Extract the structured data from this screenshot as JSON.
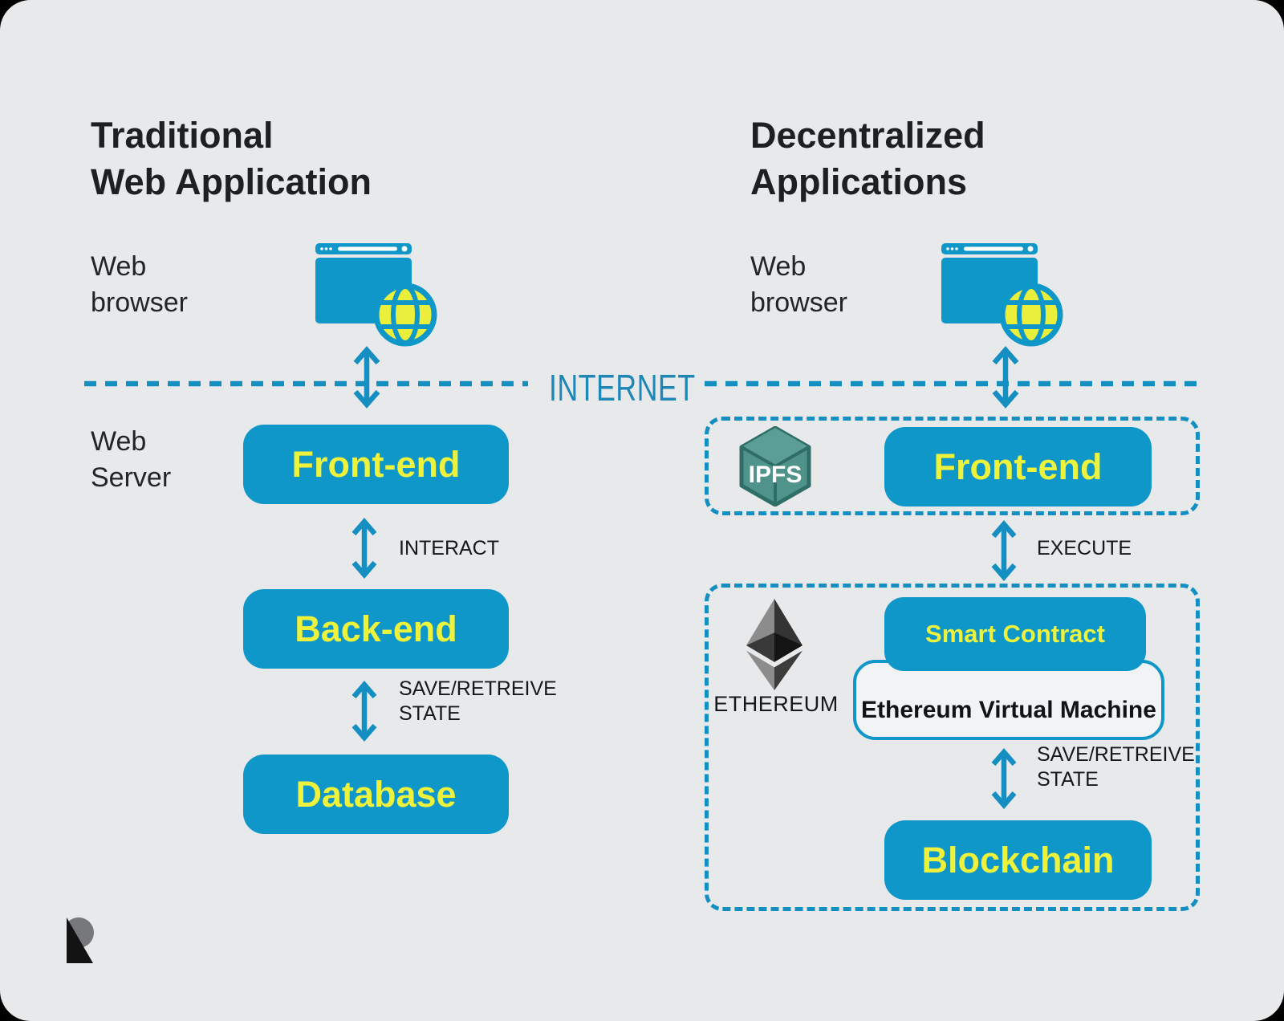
{
  "titles": {
    "left": "Traditional\nWeb Application",
    "right": "Decentralized\nApplications"
  },
  "labels": {
    "web_browser_left": "Web\nbrowser",
    "web_browser_right": "Web\nbrowser",
    "web_server": "Web\nServer",
    "internet": "INTERNET",
    "interact": "INTERACT",
    "save_retrieve_left": "SAVE/RETREIVE\nSTATE",
    "execute": "EXECUTE",
    "save_retrieve_right": "SAVE/RETREIVE\nSTATE",
    "ethereum": "ETHEREUM",
    "ipfs": "IPFS"
  },
  "boxes": {
    "front_end_left": "Front-end",
    "back_end": "Back-end",
    "database": "Database",
    "front_end_right": "Front-end",
    "smart_contract": "Smart Contract",
    "evm": "Ethereum Virtual Machine",
    "blockchain": "Blockchain"
  },
  "icons": {
    "browser_left": "browser-window-with-globe",
    "browser_right": "browser-window-with-globe",
    "ipfs": "ipfs-cube",
    "ethereum": "ethereum-diamond",
    "logo": "r-mark-logo"
  },
  "colors": {
    "background": "#e8e9eb",
    "outer": "#000000",
    "box_blue": "#0e97c8",
    "accent_blue": "#158fc2",
    "label_yellow": "#edf23d",
    "globe_yellow": "#e9ef3a",
    "title_text": "#1d1f20",
    "body_text": "#161718",
    "ipfs_teal": "#4f938b",
    "ipfs_dark": "#2e6e67",
    "internet_text": "#1e87b5"
  }
}
